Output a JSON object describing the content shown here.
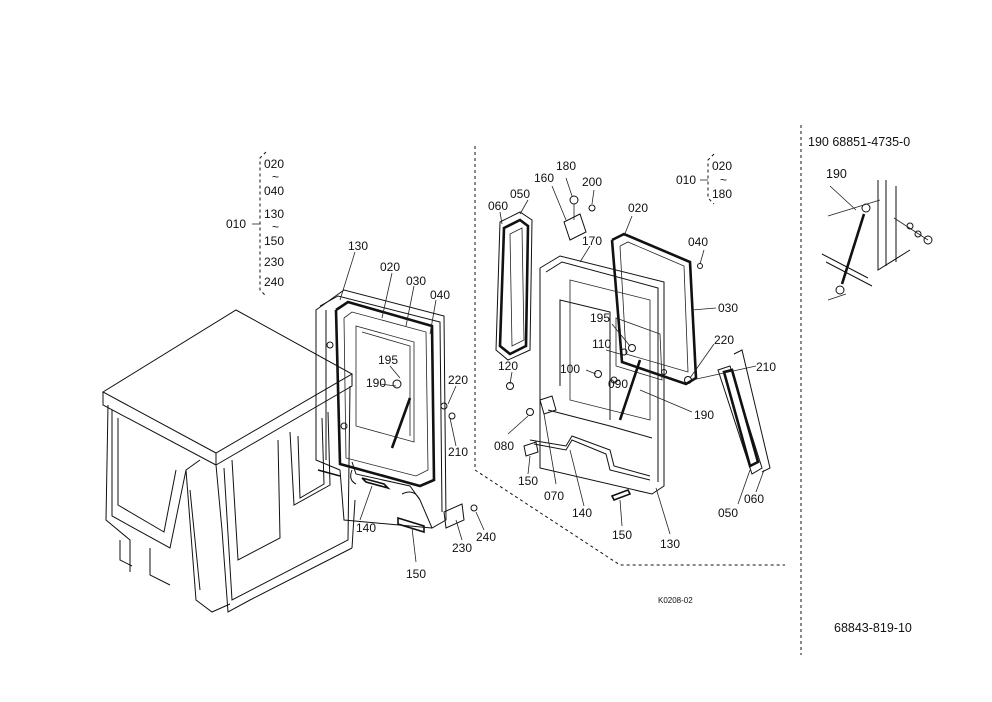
{
  "drawing": {
    "figure_code": "K0208-02",
    "page_code": "68843-819-10"
  },
  "left_group": {
    "assembly_label": "010",
    "range_items": [
      "020",
      "040",
      "130",
      "150",
      "230",
      "240"
    ],
    "tilde": "~",
    "labels": {
      "p130": "130",
      "p020": "020",
      "p030": "030",
      "p040": "040",
      "p195": "195",
      "p190": "190",
      "p220": "220",
      "p210": "210",
      "p140": "140",
      "p150": "150",
      "p230": "230",
      "p240": "240"
    }
  },
  "right_group": {
    "assembly_label": "010",
    "range_items": [
      "020",
      "180"
    ],
    "tilde": "~",
    "labels": {
      "p180": "180",
      "p160": "160",
      "p200": "200",
      "p050": "050",
      "p060": "060",
      "p020": "020",
      "p170": "170",
      "p040": "040",
      "p030": "030",
      "p195": "195",
      "p110": "110",
      "p220": "220",
      "p120": "120",
      "p100": "100",
      "p090": "090",
      "p210": "210",
      "p190": "190",
      "p080": "080",
      "p150a": "150",
      "p070": "070",
      "p140": "140",
      "p150b": "150",
      "p130": "130",
      "p050b": "050",
      "p060b": "060"
    }
  },
  "inset": {
    "header": "190 68851-4735-0",
    "label": "190"
  }
}
